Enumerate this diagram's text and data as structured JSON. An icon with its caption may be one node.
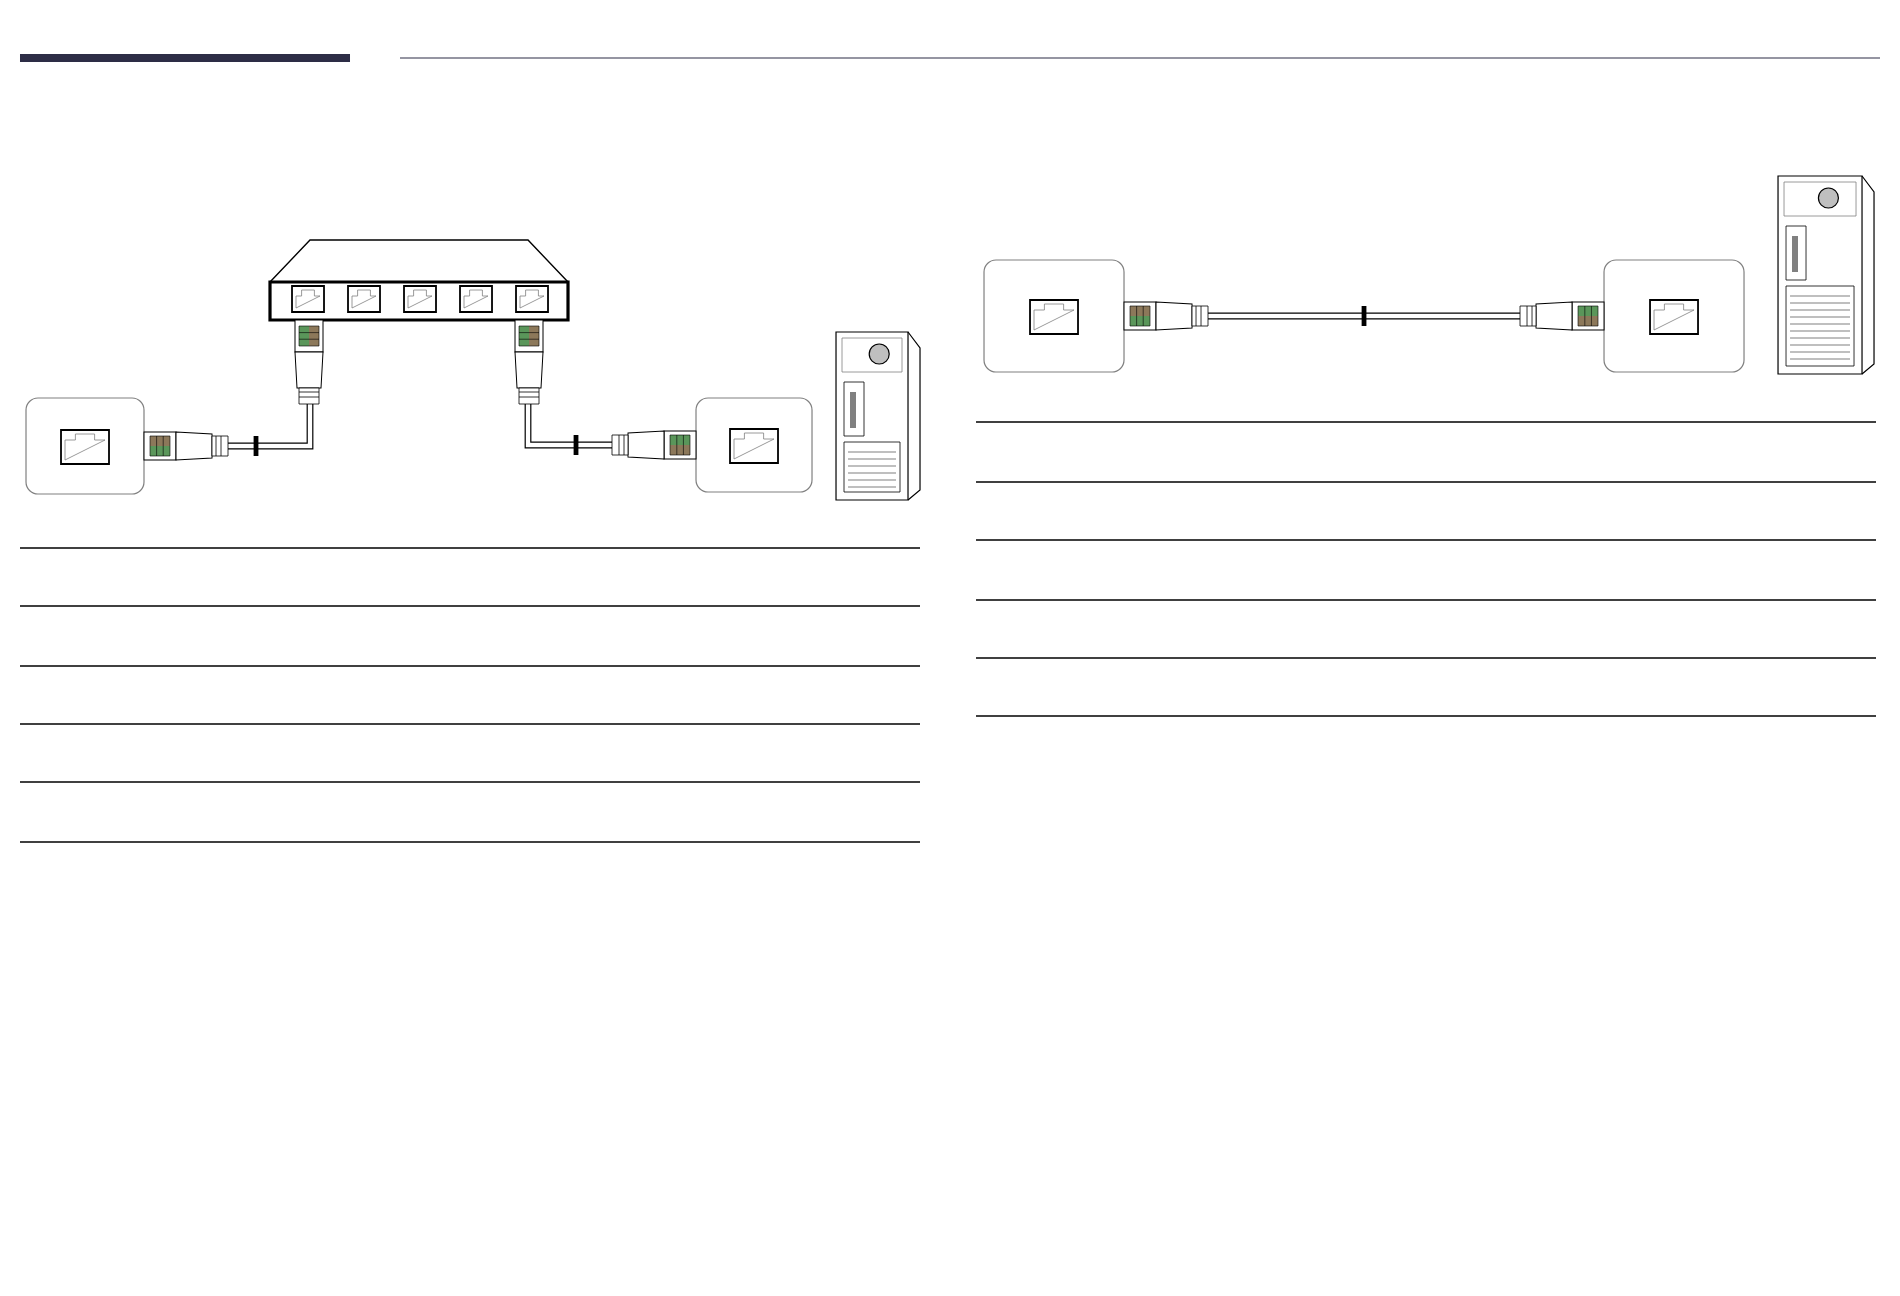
{
  "diagram": {
    "nodes": [
      {
        "text": [],
        "shape": "box"
      },
      {
        "text": [],
        "shape": "box"
      },
      {
        "text": [],
        "shape": "box"
      },
      {
        "text": [],
        "shape": "box"
      },
      {
        "text": [],
        "shape": "box"
      }
    ],
    "edges": [
      {
        "from": 0,
        "to": 1,
        "arrow": "other"
      },
      {
        "from": 1,
        "to": 2,
        "arrow": "other"
      },
      {
        "from": 3,
        "to": 4,
        "arrow": "other"
      }
    ]
  }
}
